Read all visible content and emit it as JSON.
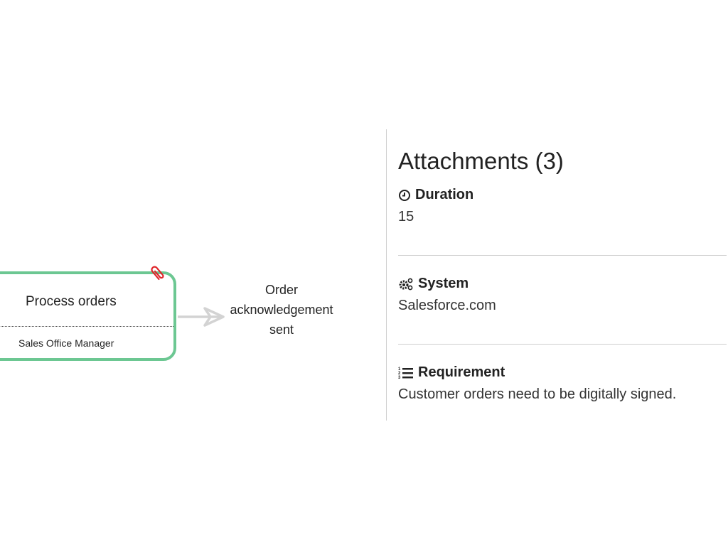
{
  "diagram": {
    "task": {
      "title": "Process orders",
      "role": "Sales Office Manager",
      "border_color": "#6cc792",
      "attachment_icon": "paperclip-icon",
      "attachment_color": "#e0262b"
    },
    "connector": {
      "color": "#d3d3d3",
      "icon": "arrow-right-icon"
    },
    "event": {
      "line1": "Order",
      "line2": "acknowledgement",
      "line3": "sent"
    }
  },
  "panel": {
    "title": "Attachments (3)",
    "sections": [
      {
        "icon": "clock-icon",
        "label": "Duration",
        "value": "15"
      },
      {
        "icon": "gears-icon",
        "label": "System",
        "value": "Salesforce.com"
      },
      {
        "icon": "numbered-list-icon",
        "label": "Requirement",
        "value": "Customer orders need to be digitally signed."
      }
    ]
  }
}
